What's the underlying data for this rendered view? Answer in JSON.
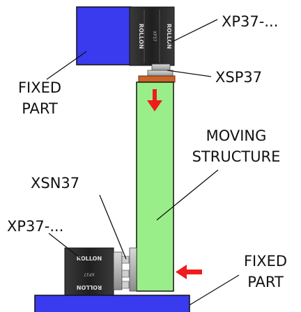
{
  "labels": {
    "xp37_top": "XP37-...",
    "xsp37": "XSP37",
    "fixed_part_left_1": "FIXED",
    "fixed_part_left_2": "PART",
    "moving_structure_1": "MOVING",
    "moving_structure_2": "STRUCTURE",
    "xsn37": "XSN37",
    "xp37_bottom": "XP37-...",
    "fixed_part_right_1": "FIXED",
    "fixed_part_right_2": "PART"
  },
  "module_text": {
    "brand": "ROLLON",
    "line2": "XP37",
    "line3": "ROLLON"
  },
  "colors": {
    "fixed_blue": "#3a3aee",
    "moving_green": "#9aee8a",
    "arrow_red": "#ee1c1c",
    "module_dark": "#2b2b2b",
    "plate_orange": "#c9652a"
  },
  "icons": {
    "motion_arrow_down": "arrow-down-icon",
    "motion_arrow_left": "arrow-left-icon"
  }
}
